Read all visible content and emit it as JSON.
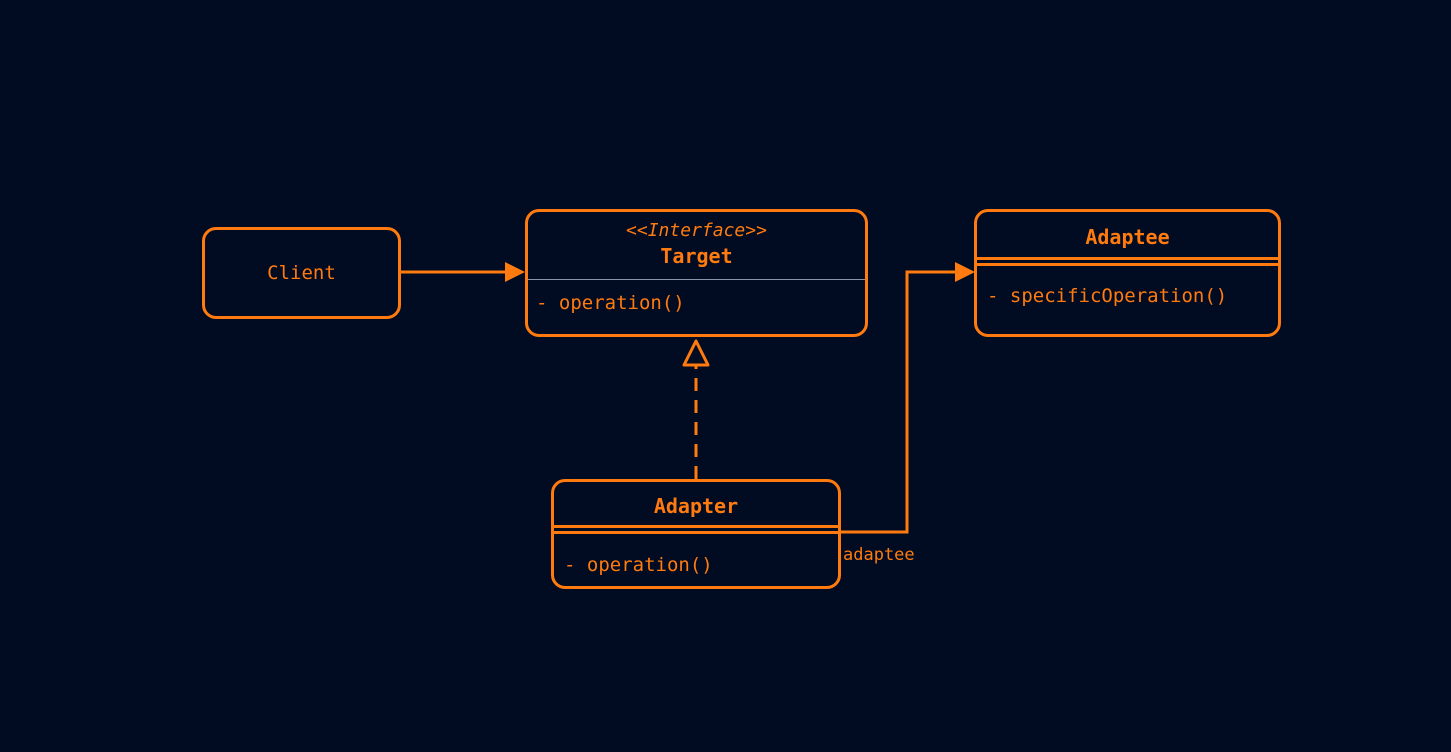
{
  "diagram": {
    "accent_color": "#ff7a0f",
    "background_color": "#010c22",
    "divider_color": "#8a94a6",
    "client": {
      "label": "Client"
    },
    "target": {
      "stereotype": "<<Interface>>",
      "name": "Target",
      "members": [
        "- operation()"
      ]
    },
    "adaptee": {
      "name": "Adaptee",
      "members": [
        "- specificOperation()"
      ]
    },
    "adapter": {
      "name": "Adapter",
      "members": [
        "- operation()"
      ]
    },
    "relations": {
      "client_to_target": "association-arrow",
      "adapter_realizes_target": "realization-hollow-triangle",
      "adapter_to_adaptee": "association-arrow",
      "adapter_to_adaptee_role": "adaptee"
    }
  }
}
